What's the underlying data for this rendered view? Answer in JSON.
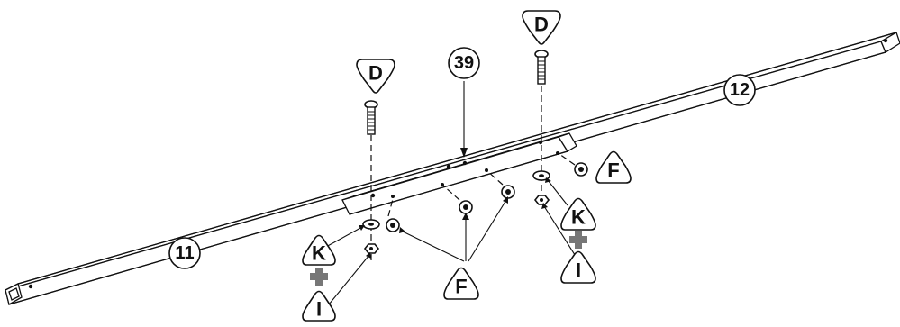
{
  "callouts": {
    "part_11": "11",
    "part_12": "12",
    "part_39": "39",
    "bolt_D": "D",
    "washer_K": "K",
    "nut_I": "I",
    "screw_F": "F"
  },
  "colors": {
    "ink": "#111111",
    "plus": "#777777",
    "background": "#ffffff"
  },
  "icons": {
    "plus": "plus-icon"
  }
}
